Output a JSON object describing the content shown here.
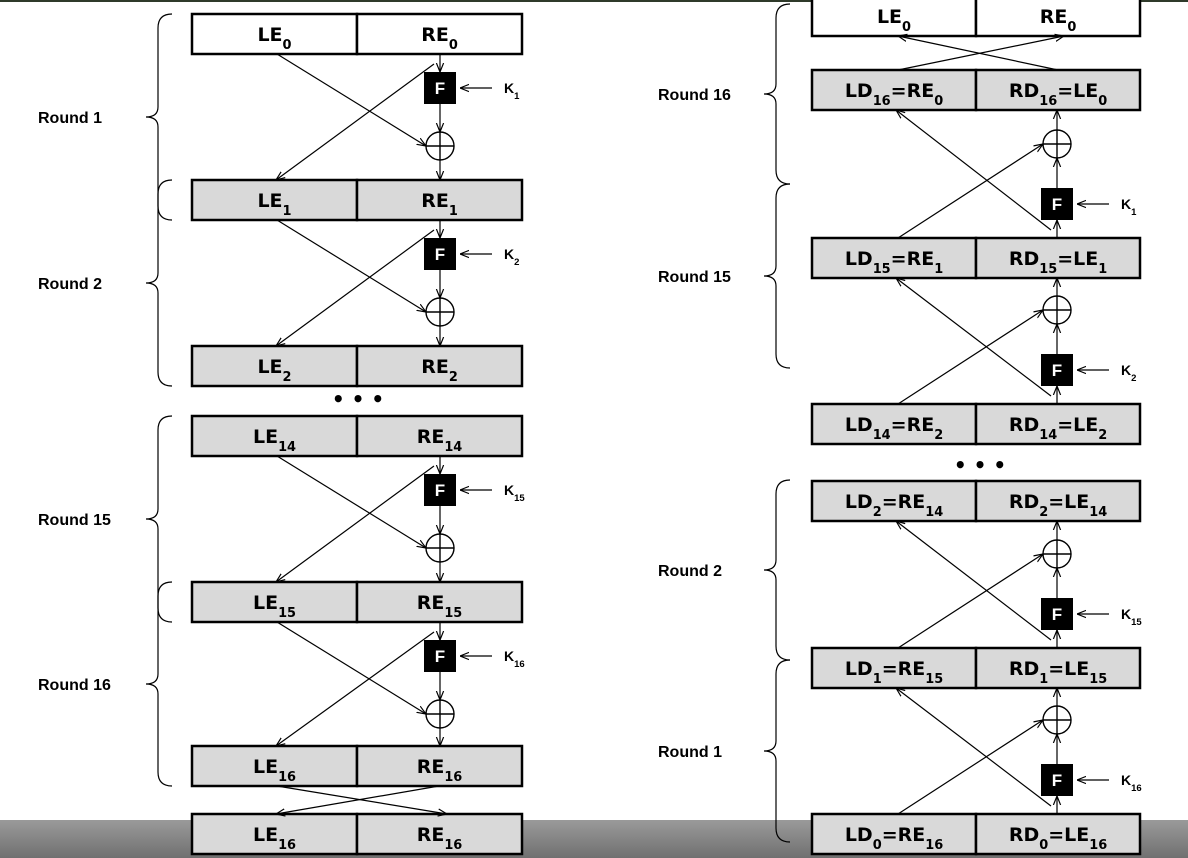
{
  "encryption": {
    "blocks": [
      {
        "left": [
          "LE",
          "0"
        ],
        "right": [
          "RE",
          "0"
        ],
        "style": "plain"
      },
      {
        "left": [
          "LE",
          "1"
        ],
        "right": [
          "RE",
          "1"
        ],
        "style": "shaded"
      },
      {
        "left": [
          "LE",
          "2"
        ],
        "right": [
          "RE",
          "2"
        ],
        "style": "shaded"
      },
      {
        "left": [
          "LE",
          "14"
        ],
        "right": [
          "RE",
          "14"
        ],
        "style": "shaded"
      },
      {
        "left": [
          "LE",
          "15"
        ],
        "right": [
          "RE",
          "15"
        ],
        "style": "shaded"
      },
      {
        "left": [
          "LE",
          "16"
        ],
        "right": [
          "RE",
          "16"
        ],
        "style": "shaded"
      },
      {
        "left": [
          "LE",
          "16"
        ],
        "right": [
          "RE",
          "16"
        ],
        "style": "shaded"
      }
    ],
    "rounds": [
      {
        "label": "Round 1",
        "key": [
          "K",
          "1"
        ]
      },
      {
        "label": "Round 2",
        "key": [
          "K",
          "2"
        ]
      },
      {
        "label": "Round 15",
        "key": [
          "K",
          "15"
        ]
      },
      {
        "label": "Round 16",
        "key": [
          "K",
          "16"
        ]
      }
    ],
    "function_label": "F",
    "ellipsis": "• • •"
  },
  "decryption": {
    "blocks": [
      {
        "left": [
          "LE",
          "0"
        ],
        "right": [
          "RE",
          "0"
        ],
        "style": "plain"
      },
      {
        "left": [
          "LD",
          "16",
          "=RE",
          "0"
        ],
        "right": [
          "RD",
          "16",
          "=LE",
          "0"
        ],
        "style": "shaded"
      },
      {
        "left": [
          "LD",
          "15",
          "=RE",
          "1"
        ],
        "right": [
          "RD",
          "15",
          "=LE",
          "1"
        ],
        "style": "shaded"
      },
      {
        "left": [
          "LD",
          "14",
          "=RE",
          "2"
        ],
        "right": [
          "RD",
          "14",
          "=LE",
          "2"
        ],
        "style": "shaded"
      },
      {
        "left": [
          "LD",
          "2",
          "=RE",
          "14"
        ],
        "right": [
          "RD",
          "2",
          "=LE",
          "14"
        ],
        "style": "shaded"
      },
      {
        "left": [
          "LD",
          "1",
          "=RE",
          "15"
        ],
        "right": [
          "RD",
          "1",
          "=LE",
          "15"
        ],
        "style": "shaded"
      },
      {
        "left": [
          "LD",
          "0",
          "=RE",
          "16"
        ],
        "right": [
          "RD",
          "0",
          "=LE",
          "16"
        ],
        "style": "shaded"
      }
    ],
    "rounds": [
      {
        "label": "Round 16",
        "key": [
          "K",
          "1"
        ]
      },
      {
        "label": "Round 15",
        "key": [
          "K",
          "2"
        ]
      },
      {
        "label": "Round 2",
        "key": [
          "K",
          "15"
        ]
      },
      {
        "label": "Round 1",
        "key": [
          "K",
          "16"
        ]
      }
    ],
    "function_label": "F",
    "ellipsis": "• • •"
  }
}
